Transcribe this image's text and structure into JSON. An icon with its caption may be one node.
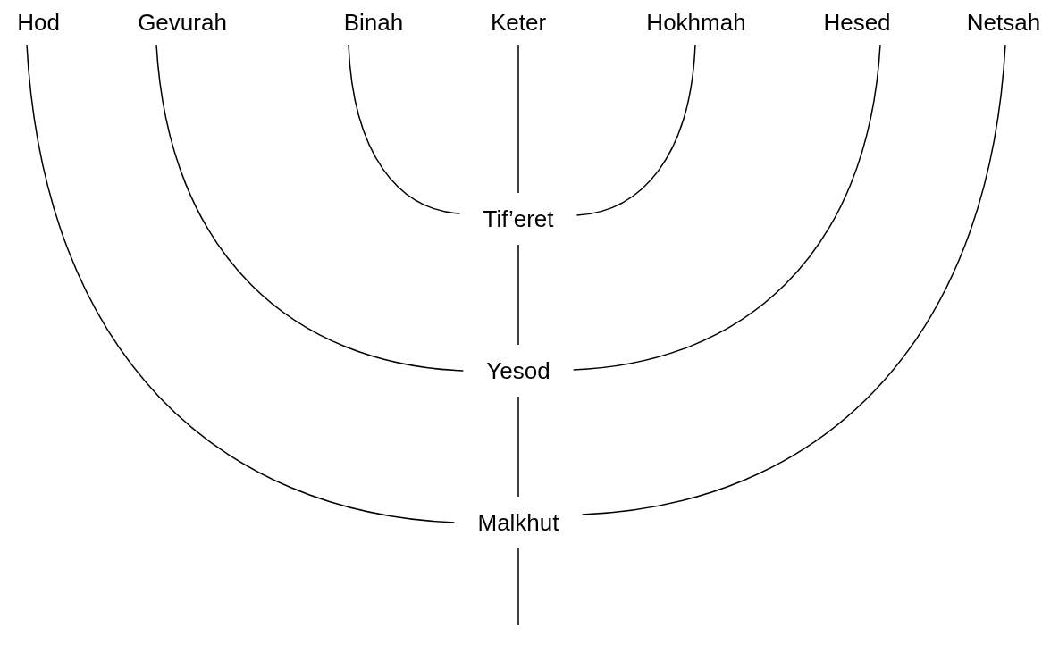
{
  "diagram": {
    "nodes": [
      {
        "text": [
          "Hod"
        ]
      },
      {
        "text": [
          "Gevurah"
        ]
      },
      {
        "text": [
          "Binah"
        ]
      },
      {
        "text": [
          "Keter"
        ]
      },
      {
        "text": [
          "Hokhmah"
        ]
      },
      {
        "text": [
          "Hesed"
        ]
      },
      {
        "text": [
          "Netsah"
        ]
      },
      {
        "text": [
          "Tif’eret"
        ]
      },
      {
        "text": [
          "Yesod"
        ]
      },
      {
        "text": [
          "Malkhut"
        ]
      }
    ],
    "edges": [
      {
        "from": 2,
        "to": 7,
        "arrow": "none"
      },
      {
        "from": 3,
        "to": 7,
        "arrow": "none"
      },
      {
        "from": 4,
        "to": 7,
        "arrow": "none"
      },
      {
        "from": 1,
        "to": 8,
        "arrow": "none"
      },
      {
        "from": 7,
        "to": 8,
        "arrow": "none"
      },
      {
        "from": 5,
        "to": 8,
        "arrow": "none"
      },
      {
        "from": 0,
        "to": 9,
        "arrow": "none"
      },
      {
        "from": 8,
        "to": 9,
        "arrow": "none"
      },
      {
        "from": 6,
        "to": 9,
        "arrow": "none"
      },
      {
        "from": 9,
        "to": null,
        "arrow": "none"
      }
    ]
  }
}
